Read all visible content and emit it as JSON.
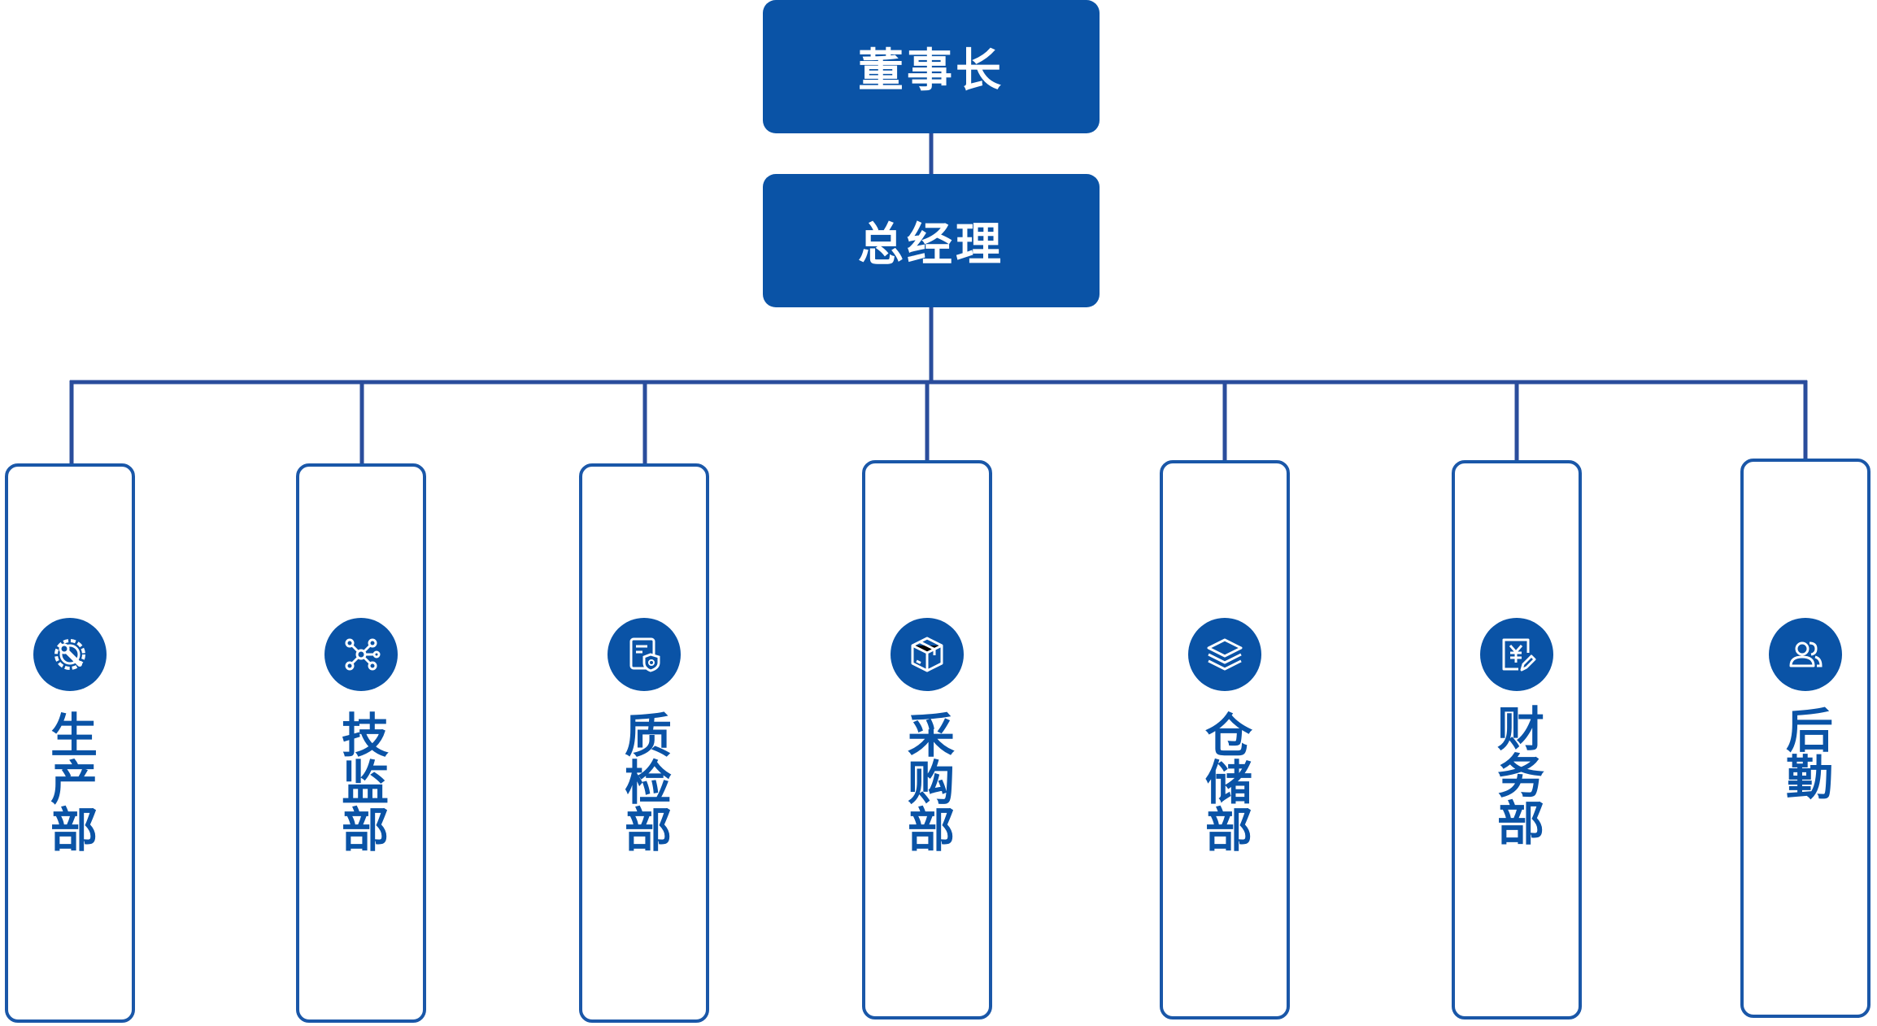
{
  "top": {
    "chairman": "董事长",
    "general_manager": "总经理"
  },
  "departments": [
    {
      "label": "生产部",
      "icon": "gear-wrench-icon"
    },
    {
      "label": "技监部",
      "icon": "network-nodes-icon"
    },
    {
      "label": "质检部",
      "icon": "document-shield-icon"
    },
    {
      "label": "采购部",
      "icon": "package-box-icon"
    },
    {
      "label": "仓储部",
      "icon": "layers-stack-icon"
    },
    {
      "label": "财务部",
      "icon": "yuan-document-icon"
    },
    {
      "label": "后勤",
      "icon": "people-icon"
    }
  ],
  "colors": {
    "primary": "#0a53a6",
    "line": "#2a4d9c",
    "border": "#1a57a8",
    "background": "#ffffff"
  }
}
